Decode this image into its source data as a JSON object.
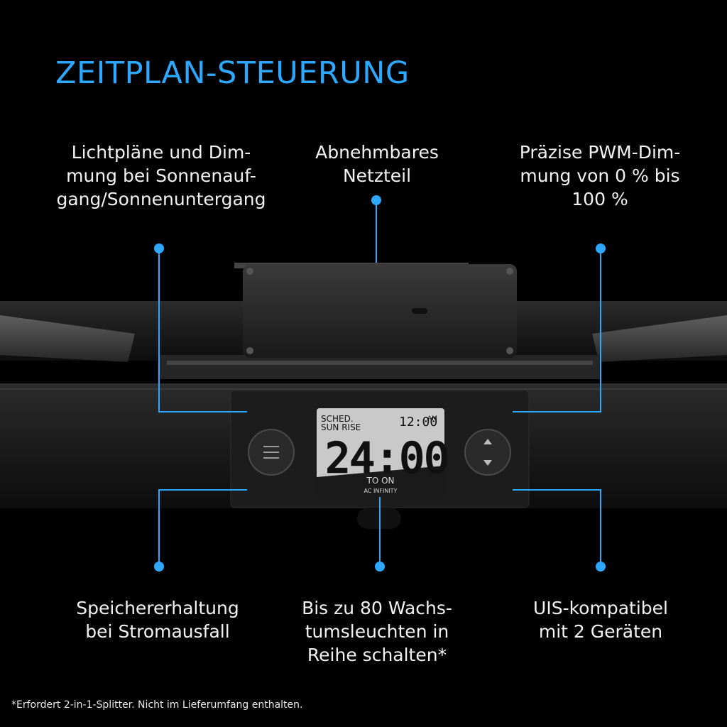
{
  "title": "ZEITPLAN-STEUERUNG",
  "features": {
    "top_left": "Lichtpläne und Dim-\nmung bei Sonnenauf-\ngang/Sonnenuntergang",
    "top_center": "Abnehmbares\nNetzteil",
    "top_right": "Präzise PWM-Dim-\nmung von 0 % bis\n100 %",
    "bottom_left": "Speichererhaltung\nbei Stromausfall",
    "bottom_center": "Bis zu 80 Wachs-\ntumsleuchten in\nReihe schalten*",
    "bottom_right": "UIS-kompatibel\nmit 2 Geräten"
  },
  "display": {
    "mode_line1": "SCHED.",
    "mode_line2": "SUN RISE",
    "clock": "12:00",
    "clock_suffix": "AM",
    "main": "24:00",
    "sub": "TO  ON",
    "brand": "AC INFINITY"
  },
  "footnote": "*Erfordert 2-in-1-Splitter. Nicht im Lieferumfang enthalten.",
  "colors": {
    "accent": "#2ea8ff",
    "background": "#000000"
  }
}
